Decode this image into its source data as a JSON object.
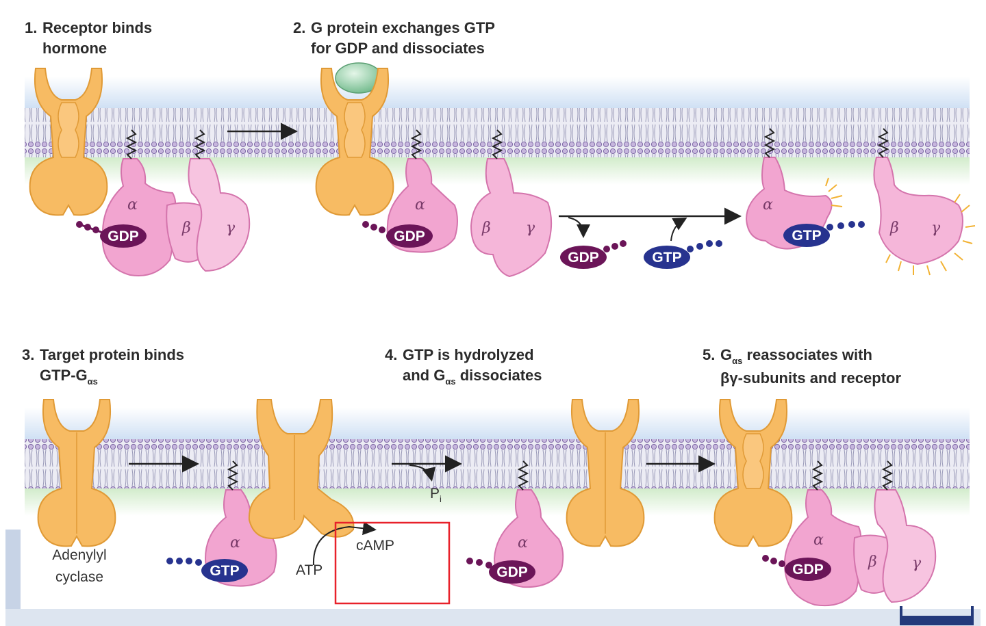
{
  "steps": {
    "s1": {
      "num": "1.",
      "line1": "Receptor binds",
      "line2": "hormone"
    },
    "s2": {
      "num": "2.",
      "line1": "G protein exchanges GTP",
      "line2": "for GDP and dissociates"
    },
    "s3": {
      "num": "3.",
      "line1": "Target protein binds",
      "line2_pre": "GTP-G",
      "line2_sub": "αs"
    },
    "s4": {
      "num": "4.",
      "line1": "GTP is hydrolyzed",
      "line2_pre": "and G",
      "line2_sub": "αs",
      "line2_post": " dissociates"
    },
    "s5": {
      "num": "5.",
      "line1_pre": "G",
      "line1_sub": "αs",
      "line1_post": " reassociates with",
      "line2": "βγ-subunits and receptor"
    }
  },
  "symbols": {
    "alpha": "α",
    "beta": "β",
    "gamma": "γ"
  },
  "nucleotides": {
    "gdp": "GDP",
    "gtp": "GTP",
    "atp": "ATP",
    "camp": "cAMP",
    "pi": "P",
    "pi_sub": "i"
  },
  "labels": {
    "adenylyl1": "Adenylyl",
    "adenylyl2": "cyclase"
  },
  "colors": {
    "receptor": "#f7bb63",
    "receptor_stroke": "#e09a36",
    "gprotein": "#f2a5d0",
    "gprotein_stroke": "#d474ac",
    "gdp": "#6b1558",
    "gtp": "#27338f",
    "hormone": "#8fd1a4",
    "membrane_sky": "#d9e8f7",
    "membrane_green": "#dcefd4",
    "highlight_box": "#e8212a"
  }
}
